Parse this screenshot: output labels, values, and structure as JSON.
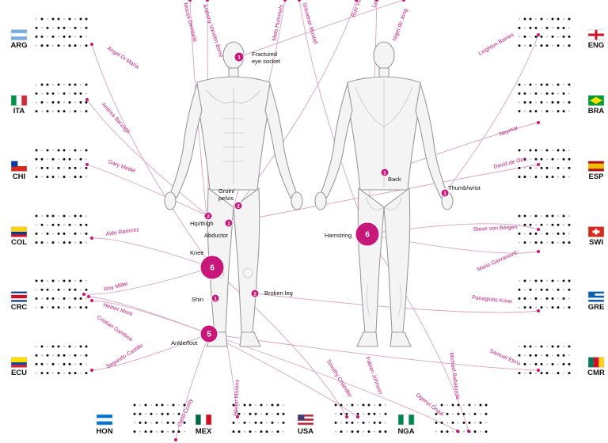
{
  "injuries": [
    {
      "label": "Fractured\neye socket",
      "count": "1"
    },
    {
      "label": "Groin/\npelvis",
      "count": "2"
    },
    {
      "label": "Hip/thigh",
      "count": "2"
    },
    {
      "label": "Abductor",
      "count": "1"
    },
    {
      "label": "Knee",
      "count": "6"
    },
    {
      "label": "Broken leg",
      "count": "2"
    },
    {
      "label": "Shin",
      "count": "1"
    },
    {
      "label": "Ankle/foot",
      "count": "5"
    },
    {
      "label": "Back",
      "count": "1"
    },
    {
      "label": "Thumb/wrist",
      "count": "1"
    },
    {
      "label": "Hamstring",
      "count": "6"
    }
  ],
  "teams": [
    {
      "code": "ARG",
      "flag": {
        "colors": [
          "#74acdf",
          "#ffffff",
          "#74acdf"
        ],
        "stripes": "h"
      }
    },
    {
      "code": "ITA",
      "flag": {
        "colors": [
          "#009246",
          "#ffffff",
          "#ce2b37"
        ],
        "stripes": "v"
      }
    },
    {
      "code": "CHI",
      "flag": {
        "colors": [
          "#ffffff",
          "#d52b1e"
        ],
        "stripes": "h",
        "canton": "#0039a6"
      }
    },
    {
      "code": "COL",
      "flag": {
        "colors": [
          "#fcd116",
          "#fcd116",
          "#003893",
          "#ce1126"
        ],
        "stripes": "h"
      }
    },
    {
      "code": "CRC",
      "flag": {
        "colors": [
          "#002b7f",
          "#ffffff",
          "#ce1126",
          "#ce1126",
          "#ffffff",
          "#002b7f"
        ],
        "stripes": "h"
      }
    },
    {
      "code": "ECU",
      "flag": {
        "colors": [
          "#ffdd00",
          "#ffdd00",
          "#034ea2",
          "#ed1c24"
        ],
        "stripes": "h"
      }
    },
    {
      "code": "ENG",
      "flag": {
        "colors": [
          "#ffffff"
        ],
        "stripes": "h",
        "cross": "#ce1124"
      }
    },
    {
      "code": "BRA",
      "flag": {
        "colors": [
          "#009c3b"
        ],
        "stripes": "h",
        "diamond": "#ffdf00"
      }
    },
    {
      "code": "ESP",
      "flag": {
        "colors": [
          "#aa151b",
          "#f1bf00",
          "#f1bf00",
          "#aa151b"
        ],
        "stripes": "h"
      }
    },
    {
      "code": "SWI",
      "flag": {
        "colors": [
          "#d52b1e"
        ],
        "stripes": "h",
        "cross": "#ffffff",
        "swiss": true
      }
    },
    {
      "code": "GRE",
      "flag": {
        "colors": [
          "#0d5eaf",
          "#ffffff",
          "#0d5eaf",
          "#ffffff",
          "#0d5eaf"
        ],
        "stripes": "h",
        "canton": "#0d5eaf"
      }
    },
    {
      "code": "CMR",
      "flag": {
        "colors": [
          "#007a5e",
          "#ce1126",
          "#fcd116"
        ],
        "stripes": "v"
      }
    },
    {
      "code": "HON",
      "flag": {
        "colors": [
          "#0073cf",
          "#ffffff",
          "#0073cf"
        ],
        "stripes": "h"
      }
    },
    {
      "code": "MEX",
      "flag": {
        "colors": [
          "#006847",
          "#ffffff",
          "#ce1126"
        ],
        "stripes": "v"
      }
    },
    {
      "code": "USA",
      "flag": {
        "colors": [
          "#b22234",
          "#ffffff",
          "#b22234",
          "#ffffff",
          "#b22234"
        ],
        "stripes": "h",
        "canton": "#3c3b6e"
      }
    },
    {
      "code": "NGA",
      "flag": {
        "colors": [
          "#008751",
          "#ffffff",
          "#008751"
        ],
        "stripes": "v"
      }
    }
  ],
  "players": [
    "Angel Di Maria",
    "Andrea Barzagli",
    "Gary Medel",
    "Aldo Ramírez",
    "Roy Miller",
    "Heiner Mora",
    "Cristian Gamboa",
    "Segundo Castillo",
    "Carlo Costly",
    "Héctor Moreno",
    "Timothy Chandler",
    "Fabian Johnson",
    "Ogenyi Onazi",
    "Michael Babatunde",
    "Samuel Eto'o",
    "Panagiotis Kone",
    "Mario Gavranović",
    "Steve von Bergen",
    "David de Gea",
    "Neymar",
    "Leighton Baines",
    "Mousa Dembélé",
    "Anthony Vanden Borre",
    "Mats Hummels",
    "Shkodran Mustafi",
    "Ron Vlaar",
    "Leroy Fer",
    "Nigel de Jong"
  ],
  "colors": {
    "accent": "#c8177a",
    "line": "#d9a3c4",
    "body": "#9a9a9a"
  }
}
